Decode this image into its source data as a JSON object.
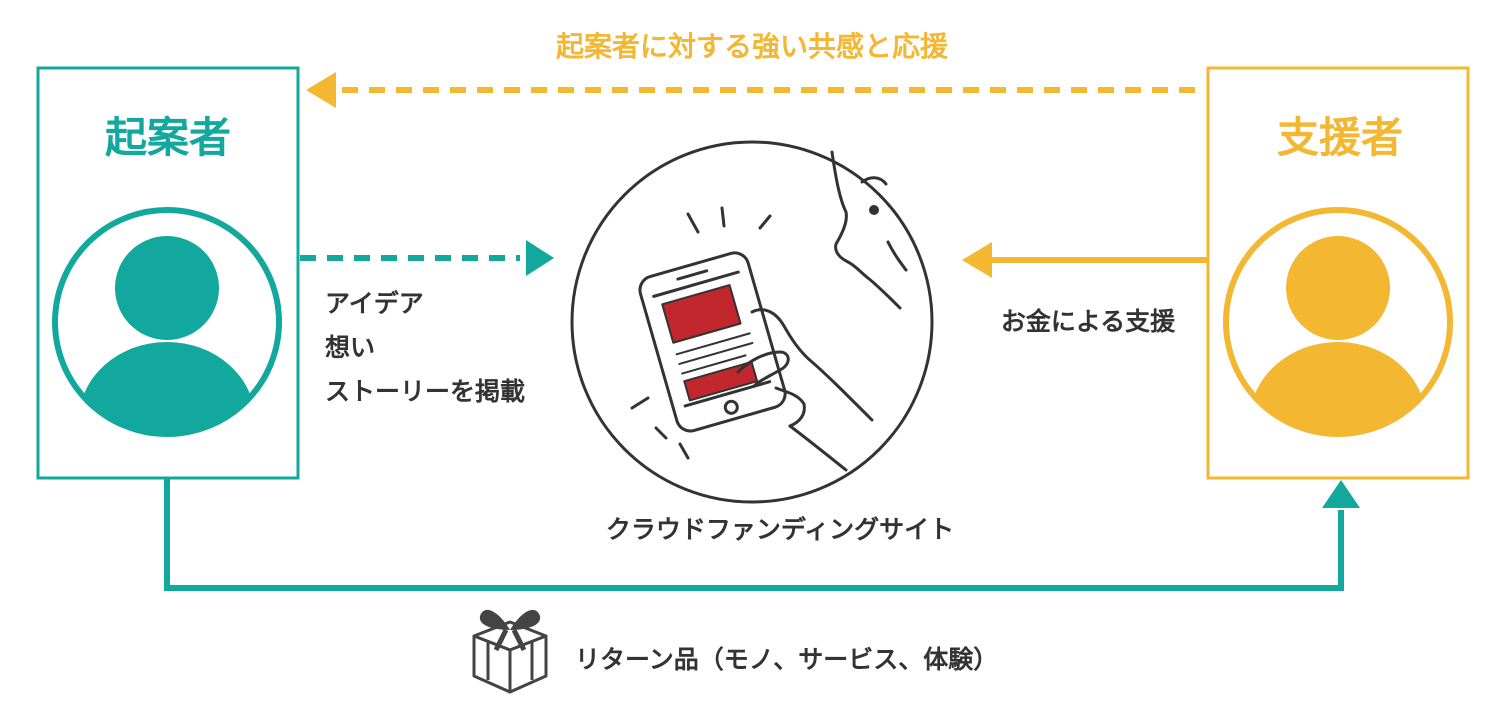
{
  "top_relation": {
    "label": "起案者に対する強い共感と応援",
    "color": "#F4B731"
  },
  "creator": {
    "title": "起案者",
    "color": "#13A89E",
    "icon": "person-icon"
  },
  "supporter": {
    "title": "支援者",
    "color": "#F4B731",
    "icon": "person-icon"
  },
  "creator_to_site": {
    "lines": [
      "アイデア",
      "想い",
      "ストーリーを掲載"
    ]
  },
  "supporter_to_site": {
    "label": "お金による支援"
  },
  "site": {
    "label": "クラウドファンディングサイト",
    "icon": "smartphone-hand-icon",
    "accent": "#C1272D"
  },
  "return": {
    "label": "リターン品（モノ、サービス、体験）",
    "icon": "gift-box-icon"
  },
  "text_color": "#333333"
}
